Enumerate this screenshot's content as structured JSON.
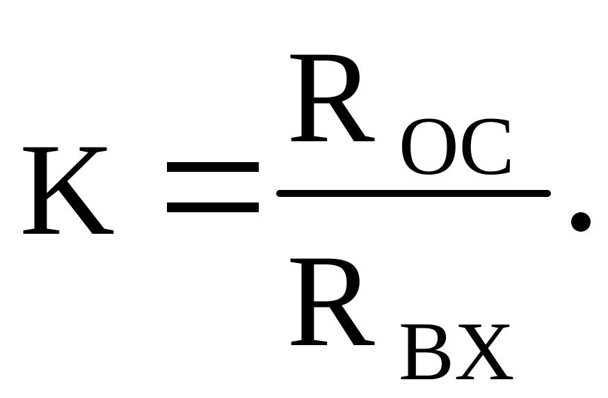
{
  "formula": {
    "lhs": "K",
    "equals": "=",
    "numerator": {
      "symbol": "R",
      "subscript": "OC"
    },
    "denominator": {
      "symbol": "R",
      "subscript": "BX"
    },
    "terminator": "."
  }
}
